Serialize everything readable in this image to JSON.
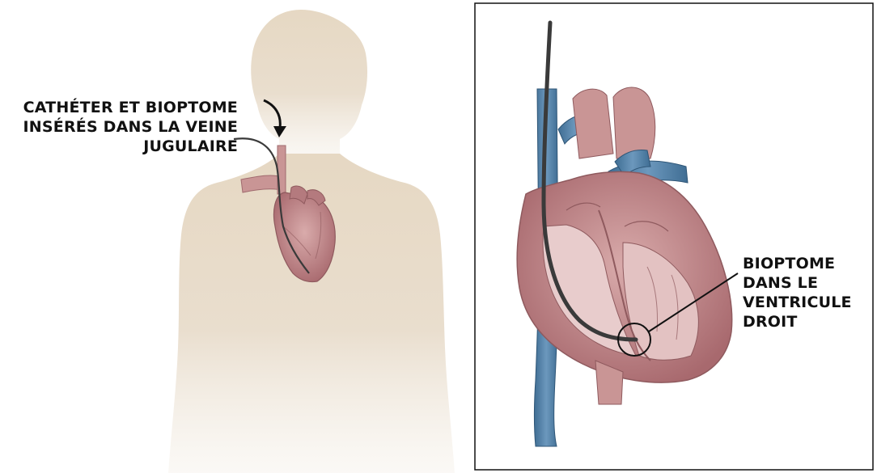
{
  "labels": {
    "catheter": [
      "CATHÉTER ET BIOPTOME",
      "INSÉRÉS DANS LA VEINE",
      "JUGULAIRE"
    ],
    "bioptome": [
      "BIOPTOME",
      "DANS LE",
      "VENTRICULE",
      "DROIT"
    ]
  },
  "colors": {
    "body_silhouette": "#e6d8c3",
    "heart_muscle": "#c99595",
    "heart_dark": "#8f5a5e",
    "vessel_blue": "#4f7da3",
    "catheter": "#3a3a3a"
  }
}
